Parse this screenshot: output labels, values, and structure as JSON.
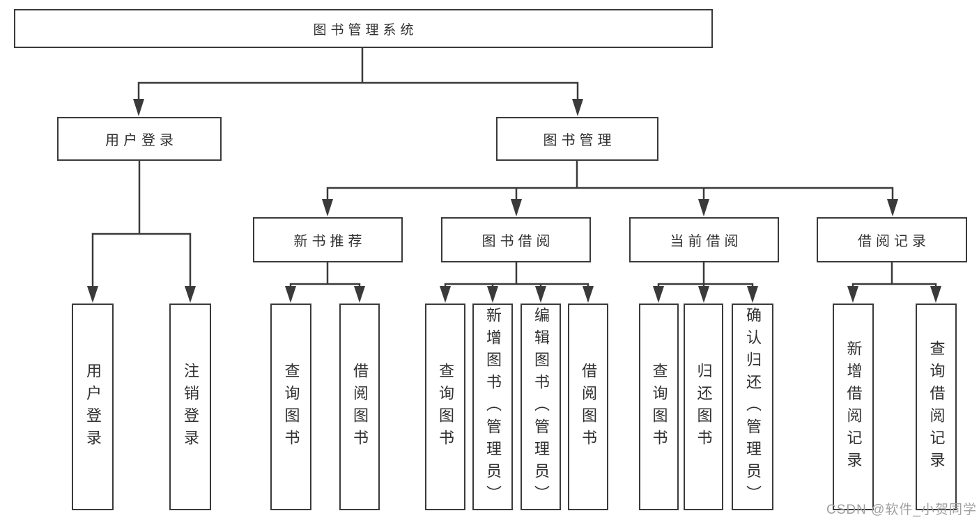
{
  "diagram_type": "functional-structure-tree",
  "colors": {
    "line": "#3a3a3a",
    "box_border": "#3a3a3a",
    "box_fill": "#ffffff",
    "text": "#303030",
    "watermark": "#9f9f9f",
    "background": "#ffffff"
  },
  "watermark": "CSDN @软件_小贺同学",
  "tree": {
    "label": "图书管理系统",
    "children": [
      {
        "label": "用户登录",
        "children": [
          {
            "label": "用户登录"
          },
          {
            "label": "注销登录"
          }
        ]
      },
      {
        "label": "图书管理",
        "children": [
          {
            "label": "新书推荐",
            "children": [
              {
                "label": "查询图书"
              },
              {
                "label": "借阅图书"
              }
            ]
          },
          {
            "label": "图书借阅",
            "children": [
              {
                "label": "查询图书"
              },
              {
                "label": "新增图书（管理员）"
              },
              {
                "label": "编辑图书（管理员）"
              },
              {
                "label": "借阅图书"
              }
            ]
          },
          {
            "label": "当前借阅",
            "children": [
              {
                "label": "查询图书"
              },
              {
                "label": "归还图书"
              },
              {
                "label": "确认归还（管理员）"
              }
            ]
          },
          {
            "label": "借阅记录",
            "children": [
              {
                "label": "新增借阅记录"
              },
              {
                "label": "查询借阅记录"
              }
            ]
          }
        ]
      }
    ]
  }
}
